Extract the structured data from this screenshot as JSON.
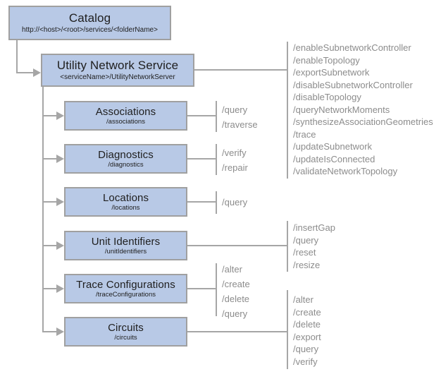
{
  "colors": {
    "box-fill": "#b8c9e6",
    "box-border": "#a0a0a0",
    "line-color": "#a6a6a6",
    "ops-text": "#8c8c8c",
    "title-text": "#202020"
  },
  "nodes": {
    "catalog": {
      "title": "Catalog",
      "subtitle": "http://<host>/<root>/services/<folderName>"
    },
    "utility_network_service": {
      "title": "Utility Network Service",
      "subtitle": "<serviceName>/UtilityNetworkServer",
      "operations": [
        "/enableSubnetworkController",
        "/enableTopology",
        "/exportSubnetwork",
        "/disableSubnetworkController",
        "/disableTopology",
        "/queryNetworkMoments",
        "/synthesizeAssociationGeometries",
        "/trace",
        "/updateSubnetwork",
        "/updateIsConnected",
        "/validateNetworkTopology"
      ]
    },
    "associations": {
      "title": "Associations",
      "subtitle": "/associations",
      "operations": [
        "/query",
        "/traverse"
      ]
    },
    "diagnostics": {
      "title": "Diagnostics",
      "subtitle": "/diagnostics",
      "operations": [
        "/verify",
        "/repair"
      ]
    },
    "locations": {
      "title": "Locations",
      "subtitle": "/locations",
      "operations": [
        "/query"
      ]
    },
    "unit_identifiers": {
      "title": "Unit Identifiers",
      "subtitle": "/unitIdentifiers",
      "operations": [
        "/insertGap",
        "/query",
        "/reset",
        "/resize"
      ]
    },
    "trace_configurations": {
      "title": "Trace Configurations",
      "subtitle": "/traceConfigurations",
      "operations": [
        "/alter",
        "/create",
        "/delete",
        "/query"
      ]
    },
    "circuits": {
      "title": "Circuits",
      "subtitle": "/circuits",
      "operations": [
        "/alter",
        "/create",
        "/delete",
        "/export",
        "/query",
        "/verify"
      ]
    }
  }
}
